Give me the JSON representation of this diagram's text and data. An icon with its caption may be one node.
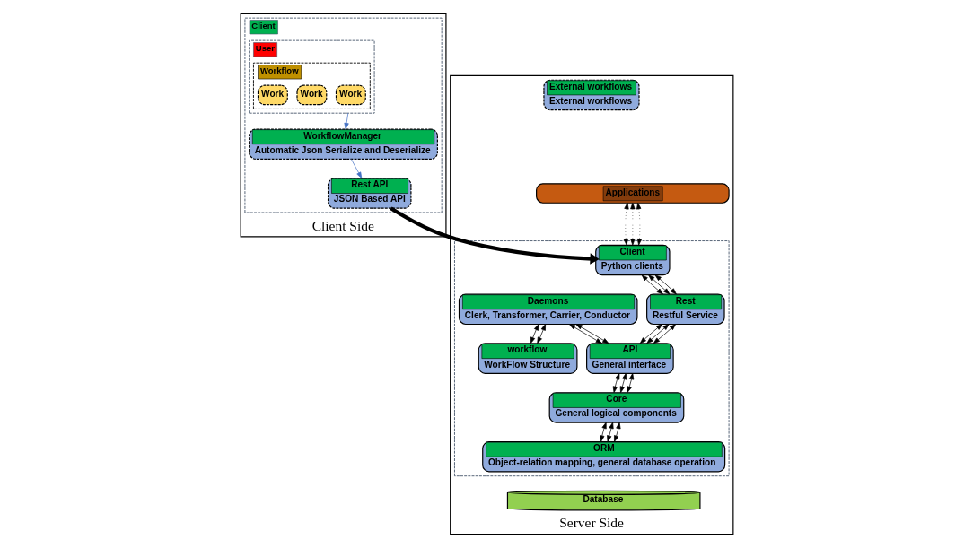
{
  "diagram": {
    "nodes": [
      {
        "text": [
          "Client Side"
        ]
      },
      {
        "text": [
          "Client"
        ],
        "in": 0
      },
      {
        "text": [
          "User"
        ],
        "in": 1
      },
      {
        "text": [
          "Workflow"
        ],
        "in": 2
      },
      {
        "text": [
          "Work"
        ],
        "in": 3
      },
      {
        "text": [
          "Work"
        ],
        "in": 3
      },
      {
        "text": [
          "Work"
        ],
        "in": 3
      },
      {
        "text": [
          "WorkflowManager",
          "Automatic Json Serialize and Deserialize"
        ],
        "in": 1
      },
      {
        "text": [
          "Rest API",
          "JSON Based API"
        ],
        "in": 1
      },
      {
        "text": [
          "Server Side"
        ]
      },
      {
        "text": [
          "Applications"
        ],
        "in": 9
      },
      {
        "text": [],
        "shape": "box",
        "in": 9
      },
      {
        "text": [
          "Client",
          "Python clients"
        ],
        "in": 11
      },
      {
        "text": [
          "Rest",
          "Restful Service"
        ],
        "in": 11
      },
      {
        "text": [
          "Daemons",
          "Clerk, Transformer, Carrier, Conductor"
        ],
        "in": 11
      },
      {
        "text": [
          "API",
          "General interface"
        ],
        "in": 11
      },
      {
        "text": [
          "workflow",
          "WorkFlow Structure"
        ],
        "in": 11
      },
      {
        "text": [
          "Core",
          "General logical components"
        ],
        "in": 11
      },
      {
        "text": [
          "ORM",
          "Object-relation mapping, general database operation"
        ],
        "in": 11
      },
      {
        "text": [
          "Database"
        ],
        "in": 9
      },
      {
        "text": [
          "External workflows",
          "External workflows"
        ],
        "in": 9
      }
    ],
    "edges": [
      {
        "from": 2,
        "to": 7,
        "arrow": "to",
        "color": "#4472c4"
      },
      {
        "from": 7,
        "to": 8,
        "arrow": "to",
        "color": "#4472c4"
      },
      {
        "from": 8,
        "to": 12,
        "arrow": "to",
        "style": "thick"
      },
      {
        "from": 10,
        "to": 12,
        "arrow": "both",
        "style": "dashed"
      },
      {
        "from": 10,
        "to": 12,
        "arrow": "both",
        "style": "dashed"
      },
      {
        "from": 10,
        "to": 12,
        "arrow": "both",
        "style": "dashed"
      },
      {
        "from": 12,
        "to": 13,
        "arrow": "both"
      },
      {
        "from": 12,
        "to": 13,
        "arrow": "both"
      },
      {
        "from": 12,
        "to": 13,
        "arrow": "both"
      },
      {
        "from": 13,
        "to": 15,
        "arrow": "both"
      },
      {
        "from": 13,
        "to": 15,
        "arrow": "both"
      },
      {
        "from": 13,
        "to": 15,
        "arrow": "both"
      },
      {
        "from": 14,
        "to": 15,
        "arrow": "both"
      },
      {
        "from": 14,
        "to": 15,
        "arrow": "both"
      },
      {
        "from": 14,
        "to": 16,
        "arrow": "both"
      },
      {
        "from": 14,
        "to": 16,
        "arrow": "both"
      },
      {
        "from": 15,
        "to": 17,
        "arrow": "both"
      },
      {
        "from": 15,
        "to": 17,
        "arrow": "both"
      },
      {
        "from": 15,
        "to": 17,
        "arrow": "both"
      },
      {
        "from": 17,
        "to": 18,
        "arrow": "both"
      },
      {
        "from": 17,
        "to": 18,
        "arrow": "both"
      },
      {
        "from": 17,
        "to": 18,
        "arrow": "both"
      }
    ]
  }
}
